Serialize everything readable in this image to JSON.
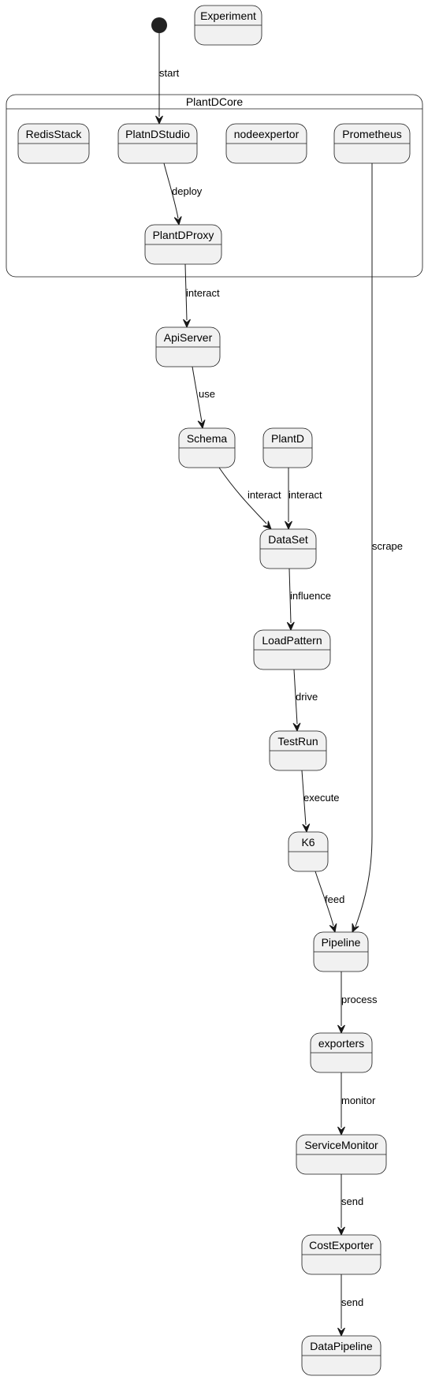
{
  "diagram": {
    "type": "state-diagram",
    "composite": {
      "id": "core",
      "label": "PlantDCore"
    },
    "states": [
      {
        "id": "experiment",
        "label": "Experiment"
      },
      {
        "id": "redis",
        "label": "RedisStack"
      },
      {
        "id": "studio",
        "label": "PlatnDStudio"
      },
      {
        "id": "nodeexp",
        "label": "nodeexpertor"
      },
      {
        "id": "prometheus",
        "label": "Prometheus"
      },
      {
        "id": "proxy",
        "label": "PlantDProxy"
      },
      {
        "id": "apiserver",
        "label": "ApiServer"
      },
      {
        "id": "schema",
        "label": "Schema"
      },
      {
        "id": "plantd",
        "label": "PlantD"
      },
      {
        "id": "dataset",
        "label": "DataSet"
      },
      {
        "id": "loadpattern",
        "label": "LoadPattern"
      },
      {
        "id": "testrun",
        "label": "TestRun"
      },
      {
        "id": "k6",
        "label": "K6"
      },
      {
        "id": "pipeline",
        "label": "Pipeline"
      },
      {
        "id": "exporters",
        "label": "exporters"
      },
      {
        "id": "servicemonitor",
        "label": "ServiceMonitor"
      },
      {
        "id": "costexporter",
        "label": "CostExporter"
      },
      {
        "id": "datapipeline",
        "label": "DataPipeline"
      }
    ],
    "transitions": [
      {
        "id": "t-start",
        "from": "initial",
        "to": "studio",
        "label": "start"
      },
      {
        "id": "t-deploy",
        "from": "studio",
        "to": "proxy",
        "label": "deploy"
      },
      {
        "id": "t-proxy-api",
        "from": "proxy",
        "to": "apiserver",
        "label": "interact"
      },
      {
        "id": "t-use",
        "from": "apiserver",
        "to": "schema",
        "label": "use"
      },
      {
        "id": "t-schema-dataset",
        "from": "schema",
        "to": "dataset",
        "label": "interact"
      },
      {
        "id": "t-plantd-dataset",
        "from": "plantd",
        "to": "dataset",
        "label": "interact"
      },
      {
        "id": "t-influence",
        "from": "dataset",
        "to": "loadpattern",
        "label": "influence"
      },
      {
        "id": "t-drive",
        "from": "loadpattern",
        "to": "testrun",
        "label": "drive"
      },
      {
        "id": "t-execute",
        "from": "testrun",
        "to": "k6",
        "label": "execute"
      },
      {
        "id": "t-feed",
        "from": "k6",
        "to": "pipeline",
        "label": "feed"
      },
      {
        "id": "t-scrape",
        "from": "prometheus",
        "to": "pipeline",
        "label": "scrape"
      },
      {
        "id": "t-process",
        "from": "pipeline",
        "to": "exporters",
        "label": "process"
      },
      {
        "id": "t-monitor",
        "from": "exporters",
        "to": "servicemonitor",
        "label": "monitor"
      },
      {
        "id": "t-send1",
        "from": "servicemonitor",
        "to": "costexporter",
        "label": "send"
      },
      {
        "id": "t-send2",
        "from": "costexporter",
        "to": "datapipeline",
        "label": "send"
      }
    ]
  }
}
